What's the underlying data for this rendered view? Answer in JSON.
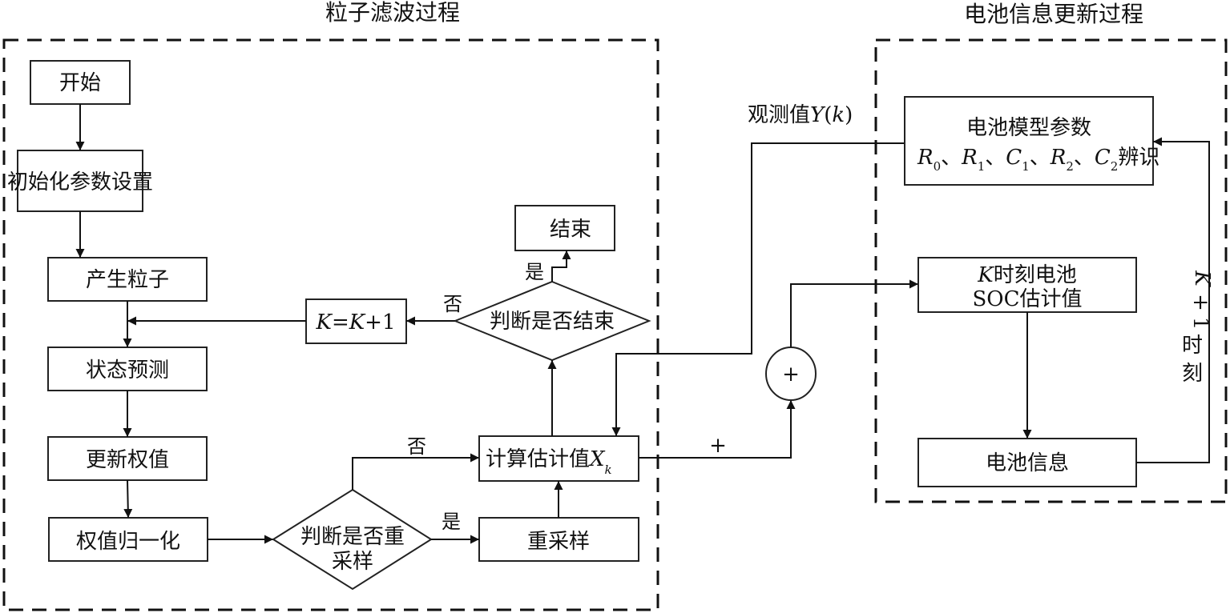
{
  "groups": {
    "particle_filter": {
      "title": "粒子滤波过程"
    },
    "battery_update": {
      "title": "电池信息更新过程"
    }
  },
  "nodes": {
    "start": {
      "label": "开始"
    },
    "init": {
      "label": "初始化参数设置"
    },
    "gen_particles": {
      "label": "产生粒子"
    },
    "state_predict": {
      "label": "状态预测"
    },
    "update_weights": {
      "label": "更新权值"
    },
    "normalize": {
      "label": "权值归一化"
    },
    "resample_decision": {
      "line1": "判断是否重",
      "line2": "采样"
    },
    "resample": {
      "label": "重采样"
    },
    "compute_estimate": {
      "label": "计算估计值",
      "var": "X",
      "sub": "k"
    },
    "end_decision": {
      "label": "判断是否结束"
    },
    "end": {
      "label": "结束"
    },
    "k_increment": {
      "k1": "K",
      "eq": "=",
      "k2": "K",
      "plus": "+1"
    },
    "battery_params": {
      "line1": "电池模型参数",
      "params": [
        {
          "var": "R",
          "sub": "0"
        },
        {
          "var": "R",
          "sub": "1"
        },
        {
          "var": "C",
          "sub": "1"
        },
        {
          "var": "R",
          "sub": "2"
        },
        {
          "var": "C",
          "sub": "2"
        }
      ],
      "separator": "、",
      "suffix": "辨识"
    },
    "soc_estimate": {
      "k": "K",
      "line1_rest": "时刻电池",
      "line2": "SOC估计值"
    },
    "battery_info": {
      "label": "电池信息"
    },
    "sum_junction": {
      "symbol": "+"
    }
  },
  "edge_labels": {
    "end_yes": "是",
    "end_no": "否",
    "resample_no": "否",
    "resample_yes": "是",
    "observation": {
      "text": "观测值",
      "var": "Y",
      "arg": "k"
    },
    "estimate_plus": "+",
    "next_step": {
      "k": "K",
      "plus": "+",
      "one": "1",
      "text1": "时",
      "text2": "刻"
    }
  }
}
